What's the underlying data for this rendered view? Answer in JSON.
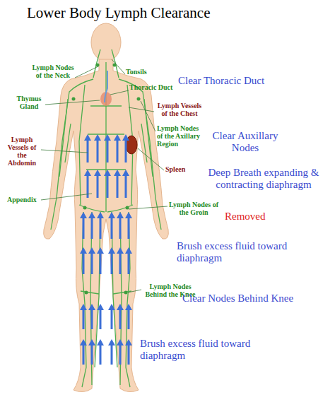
{
  "diagram": {
    "title": "Lower Body Lymph Clearance",
    "labels": [
      "Lymph Nodes of the Neck",
      "Tonsils",
      "Clear Thoracic Duct",
      "Thoracic Duct",
      "Thymus Gland",
      "Lymph Vessels of the Chest",
      "Lymph Nodes of the Axillary Region",
      "Clear Auxillary Nodes",
      "Lymph Vessels of the Abdomin",
      "Spleen",
      "Deep Breath expanding & contracting diaphragm",
      "Appendix",
      "Lymph Nodes of the Groin",
      "Removed",
      "Brush excess fluid toward diaphragm",
      "Lymph Nodes Behind the Knee",
      "Clear Nodes Behind Knee",
      "Brush excess fluid toward diaphragm"
    ]
  }
}
